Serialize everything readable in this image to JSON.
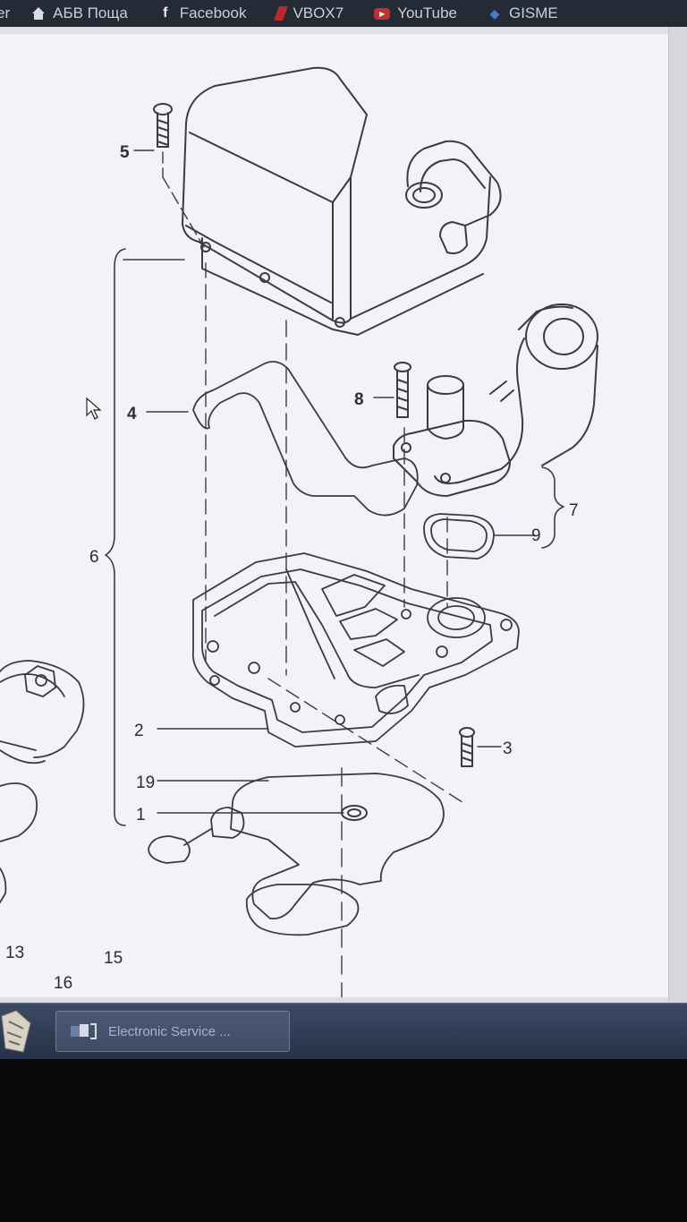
{
  "bookmarks": {
    "items": [
      {
        "icon": "truncated",
        "label": "er"
      },
      {
        "icon": "home-icon",
        "label": "АБВ Поща"
      },
      {
        "icon": "facebook-icon",
        "label": "Facebook"
      },
      {
        "icon": "vbox-icon",
        "label": "VBOX7"
      },
      {
        "icon": "youtube-icon",
        "label": "YouTube"
      },
      {
        "icon": "gismeteo-icon",
        "label": "GISME"
      }
    ]
  },
  "diagram": {
    "callouts": {
      "c1": "1",
      "c2": "2",
      "c3": "3",
      "c4": "4",
      "c5": "5",
      "c6": "6",
      "c7": "7",
      "c8": "8",
      "c9": "9",
      "c13": "13",
      "c15": "15",
      "c16": "16",
      "c19": "19"
    }
  },
  "taskbar": {
    "task_label": "Electronic Service ..."
  },
  "colors": {
    "line": "#3a3b46",
    "paper": "#f2f3f6",
    "taskbar": "#2e3a52"
  }
}
